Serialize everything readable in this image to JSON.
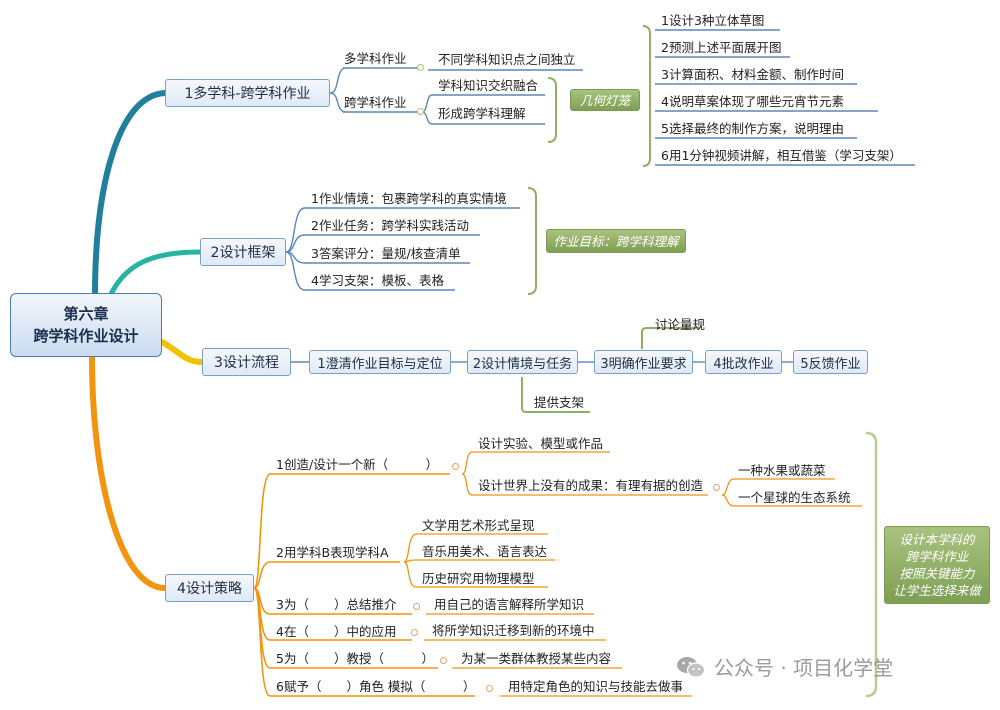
{
  "root": {
    "line1": "第六章",
    "line2": "跨学科作业设计"
  },
  "b1": {
    "label": "1多学科-跨学科作业",
    "k1": "多学科作业",
    "k1_leaf": "不同学科知识点之间独立",
    "k2": "跨学科作业",
    "k2_leaves": [
      "学科知识交织融合",
      "形成跨学科理解"
    ],
    "summary": "几何灯笼",
    "steps": [
      "1设计3种立体草图",
      "2预测上述平面展开图",
      "3计算面积、材料金额、制作时间",
      "4说明草案体现了哪些元宵节元素",
      "5选择最终的制作方案，说明理由",
      "6用1分钟视频讲解，相互借鉴（学习支架）"
    ]
  },
  "b2": {
    "label": "2设计框架",
    "items": [
      "1作业情境：包裹跨学科的真实情境",
      "2作业任务：跨学科实践活动",
      "3答案评分：量规/核查清单",
      "4学习支架：模板、表格"
    ],
    "summary": "作业目标：跨学科理解"
  },
  "b3": {
    "label": "3设计流程",
    "flow": [
      "1澄清作业目标与定位",
      "2设计情境与任务",
      "3明确作业要求",
      "4批改作业",
      "5反馈作业"
    ],
    "above": "讨论量规",
    "below": "提供支架"
  },
  "b4": {
    "label": "4设计策略",
    "s1": "1创造/设计一个新（　　　）",
    "s1_children": [
      "设计实验、模型或作品",
      "设计世界上没有的成果：有理有据的创造"
    ],
    "s1_examples": [
      "一种水果或蔬菜",
      "一个星球的生态系统"
    ],
    "s2": "2用学科B表现学科A",
    "s2_children": [
      "文学用艺术形式呈现",
      "音乐用美术、语言表达",
      "历史研究用物理模型"
    ],
    "s3": "3为（　　）总结推介",
    "s3_leaf": "用自己的语言解释所学知识",
    "s4": "4在（　　）中的应用",
    "s4_leaf": "将所学知识迁移到新的环境中",
    "s5": "5为（　　）教授（　　　）",
    "s5_leaf": "为某一类群体教授某些内容",
    "s6": "6赋予（　　）角色  模拟（　　　）",
    "s6_leaf": "用特定角色的知识与技能去做事",
    "summary": [
      "设计本学科的",
      "跨学科作业",
      "按照关键能力",
      "让学生选择来做"
    ]
  },
  "watermark": "公众号 · 项目化学堂",
  "colors": {
    "branch1": "#1f7f9c",
    "branch2": "#27b3a3",
    "branch3": "#f2c200",
    "branch4": "#f2940f",
    "underline": "#5b87b8",
    "summary": "#8fb063"
  }
}
